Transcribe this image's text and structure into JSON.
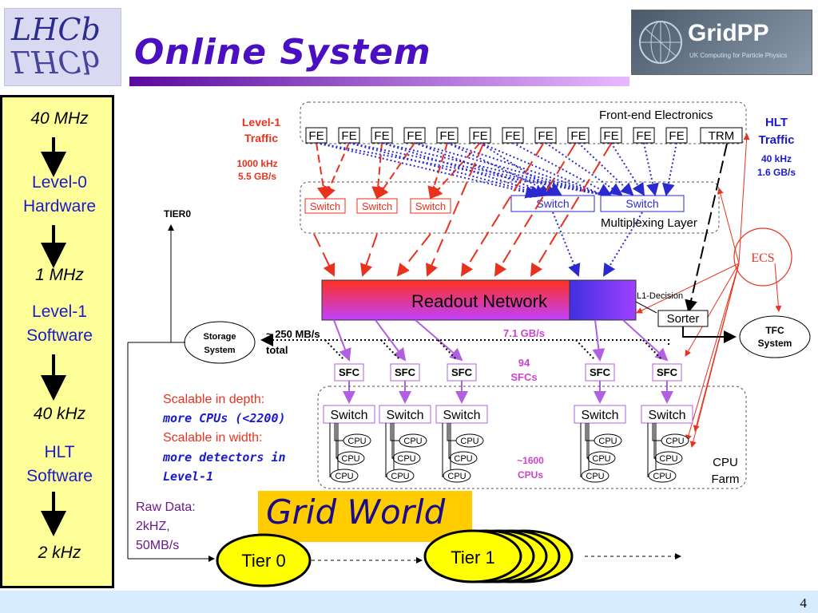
{
  "title": "Online System",
  "logos": {
    "lhcb": "LHCb",
    "gridpp_name": "GridPP",
    "gridpp_sub": "UK Computing for Particle Physics"
  },
  "left_panel": {
    "rate1": "40 MHz",
    "stage1_a": "Level-0",
    "stage1_b": "Hardware",
    "rate2": "1 MHz",
    "stage2_a": "Level-1",
    "stage2_b": "Software",
    "rate3": "40 kHz",
    "stage3_a": "HLT",
    "stage3_b": "Software",
    "rate4": "2 kHz"
  },
  "labels": {
    "fe": "FE",
    "trm": "TRM",
    "frontend": "Front-end Electronics",
    "level1_a": "Level-1",
    "level1_b": "Traffic",
    "l1_rate": "1000 kHz",
    "l1_bw": "5.5 GB/s",
    "hlt_a": "HLT",
    "hlt_b": "Traffic",
    "hlt_rate": "40 kHz",
    "hlt_bw": "1.6 GB/s",
    "switch": "Switch",
    "mux": "Multiplexing Layer",
    "ecs": "ECS",
    "tier0_top": "TIER0",
    "readout": "Readout Network",
    "l1dec": "L1-Decision",
    "sorter": "Sorter",
    "tfc_a": "TFC",
    "tfc_b": "System",
    "storage_a": "Storage",
    "storage_b": "System",
    "mbps": "~ 250 MB/s",
    "total": "total",
    "gbps": "7.1 GB/s",
    "sfc": "SFC",
    "sfcs_a": "94",
    "sfcs_b": "SFCs",
    "cpu": "CPU",
    "cpus_a": "~1600",
    "cpus_b": "CPUs",
    "farm_a": "CPU",
    "farm_b": "Farm",
    "depth": "Scalable in depth:",
    "more_cpus": "more CPUs (<2200)",
    "width": "Scalable in width:",
    "more_det_a": "more detectors in",
    "more_det_b": "Level-1",
    "raw_a": "Raw Data:",
    "raw_b": "2kHZ,",
    "raw_c": "50MB/s",
    "grid_world": "Grid World",
    "tier0": "Tier 0",
    "tier1": "Tier 1",
    "page": "4"
  },
  "colors": {
    "title": "#4b0fc2",
    "red_text": "#e8321e",
    "blue_text": "#1a1acc",
    "magenta_text": "#cc44cc",
    "panel": "#ffff99",
    "tier": "#ffff00",
    "grid_world": "#ffcc00"
  }
}
